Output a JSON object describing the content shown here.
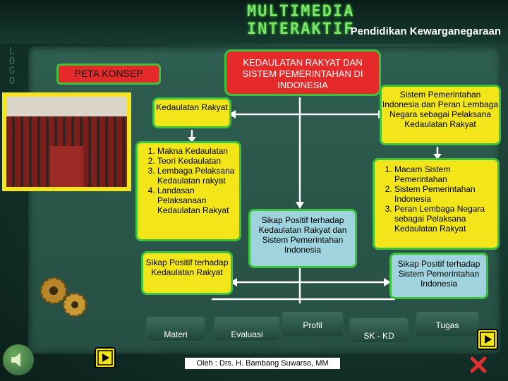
{
  "header": {
    "app_title": "MULTIMEDIA INTERAKTIF",
    "subject_title": "Pendidikan Kewarganegaraan"
  },
  "side_strip": {
    "text": "LOGO"
  },
  "concept": {
    "peta_label": "PETA  KONSEP",
    "main_title": "KEDAULATAN RAKYAT DAN SISTEM PEMERINTAHAN DI INDONESIA",
    "kedaulatan_rakyat": "Kedaulatan Rakyat",
    "sistem_pemerintahan": "Sistem Pemerintahan Indonesia dan Peran Lembaga Negara sebagai Pelaksana Kedaulatan Rakyat",
    "left_list": [
      "Makna Kedaulatan",
      "Teori Kedaulatan",
      "Lembaga Pelaksana Kedaulatan rakyat",
      "Landasan Pelaksanaan Kedaulatan Rakyat"
    ],
    "right_list": [
      "Macam Sistem Pemerintahan",
      "Sistem Pemerintahan Indonesia",
      "Peran Lembaga Negara sebagai Pelaksana Kedaulatan Rakyat"
    ],
    "sikap_left": "Sikap Positif terhadap Kedaulatan Rakyat",
    "sikap_mid": "Sikap Positif terhadap Kedaulatan Rakyat dan Sistem Pemerintahan Indonesia",
    "sikap_right": "Sikap Positif terhadap Sistem Pemerintahan Indonesia"
  },
  "nav": {
    "materi": "Materi",
    "evaluasi": "Evaluasi",
    "profil": "Profil",
    "sk_kd": "SK - KD",
    "tugas": "Tugas"
  },
  "footer": {
    "credit": "Oleh : Drs. H. Bambang Suwarso, MM"
  },
  "colors": {
    "title_green": "#7fe06a",
    "box_yellow": "#f2e51a",
    "box_red": "#e62a2a",
    "box_blue": "#9fd3de",
    "border_green": "#3ec23e"
  }
}
